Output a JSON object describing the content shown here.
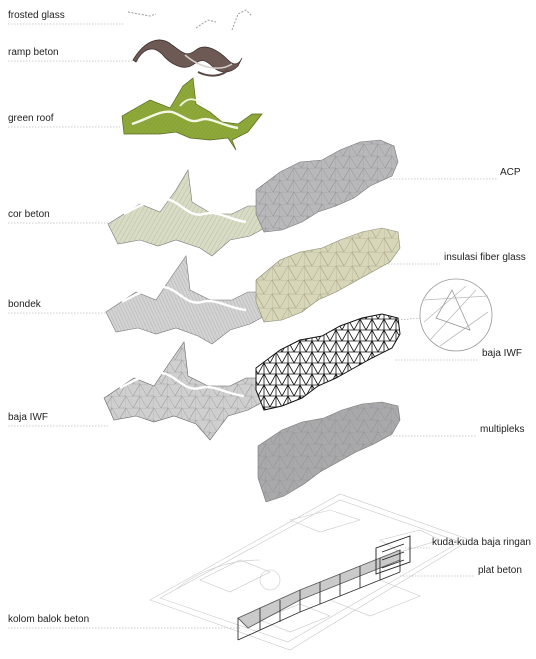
{
  "labels_left": [
    {
      "id": "frosted-glass",
      "text": "frosted glass"
    },
    {
      "id": "ramp-beton",
      "text": "ramp beton"
    },
    {
      "id": "green-roof",
      "text": "green roof"
    },
    {
      "id": "cor-beton",
      "text": "cor beton"
    },
    {
      "id": "bondek",
      "text": "bondek"
    },
    {
      "id": "baja-iwf-left",
      "text": "baja IWF"
    },
    {
      "id": "kolom-balok-beton",
      "text": "kolom balok beton"
    }
  ],
  "labels_right": [
    {
      "id": "acp",
      "text": "ACP"
    },
    {
      "id": "insulasi-fiber-glass",
      "text": "insulasi fiber glass"
    },
    {
      "id": "baja-iwf-right",
      "text": "baja IWF"
    },
    {
      "id": "multipleks",
      "text": "multipleks"
    },
    {
      "id": "kuda-kuda-baja-ringan",
      "text": "kuda-kuda baja ringan"
    },
    {
      "id": "plat-beton",
      "text": "plat beton"
    }
  ],
  "colors": {
    "green_roof": "#8fa83a",
    "ramp": "#6e5a55",
    "acp": "#b8b8bb",
    "insulation": "#d8d6b8",
    "multipleks": "#a9a9ab",
    "mesh": "#7a7a7a",
    "leader": "#9a9a9a"
  }
}
